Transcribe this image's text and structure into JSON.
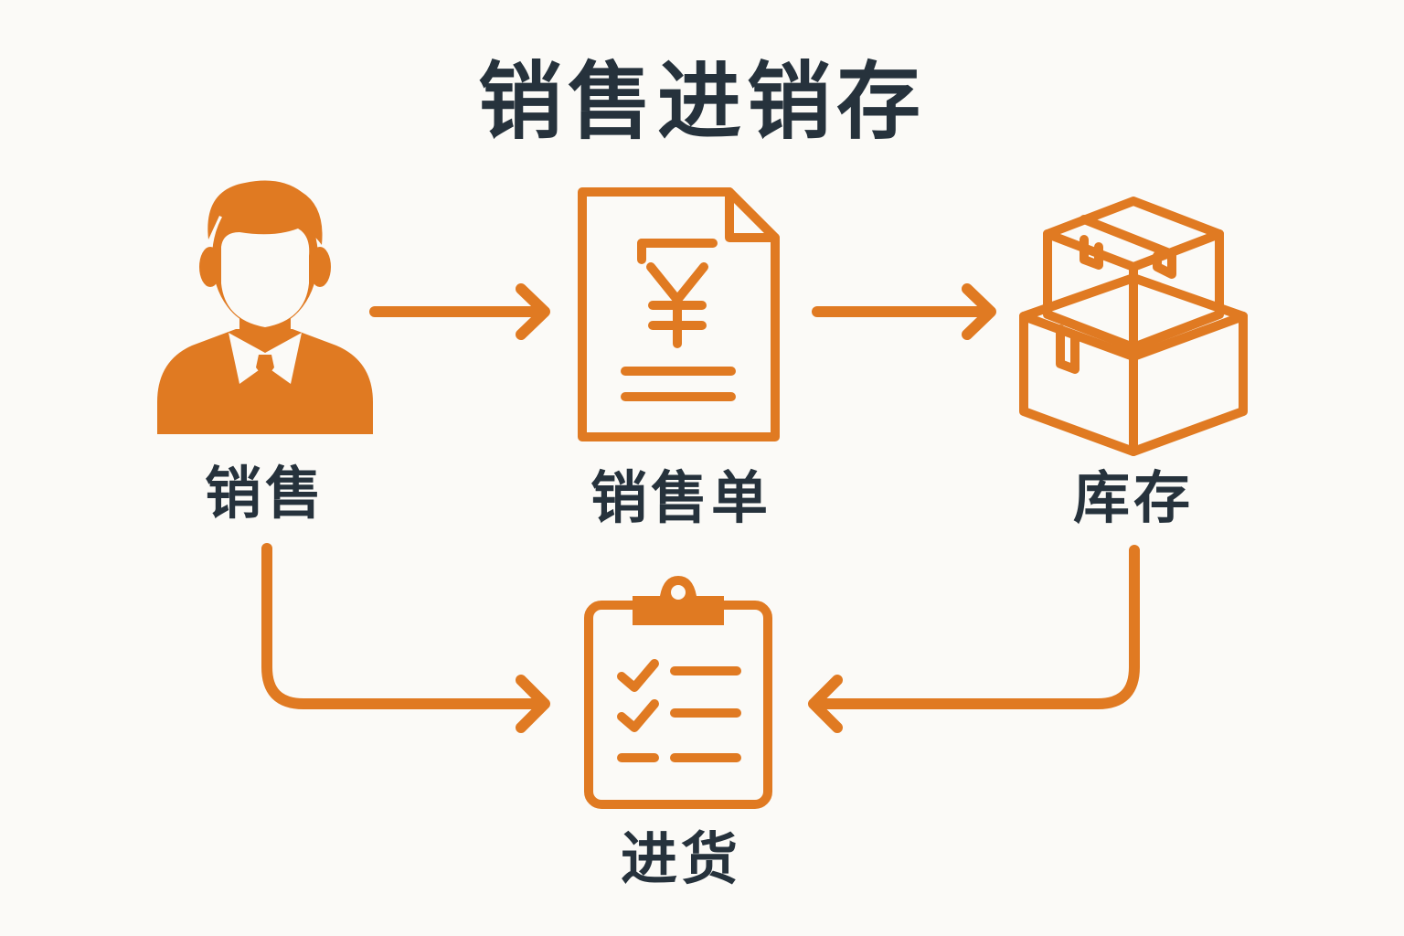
{
  "title": "销售进销存",
  "accent_color": "#e07a22",
  "text_color": "#26323c",
  "background_color": "#fbfaf7",
  "nodes": [
    {
      "id": "sales",
      "label": "销售",
      "icon": "salesperson-icon"
    },
    {
      "id": "order",
      "label": "销售单",
      "icon": "yuan-invoice-icon"
    },
    {
      "id": "stock",
      "label": "库存",
      "icon": "stacked-boxes-icon"
    },
    {
      "id": "purchase",
      "label": "进货",
      "icon": "checklist-clipboard-icon"
    }
  ],
  "edges": [
    {
      "from": "销售",
      "to": "销售单"
    },
    {
      "from": "销售单",
      "to": "库存"
    },
    {
      "from": "销售",
      "to": "进货"
    },
    {
      "from": "库存",
      "to": "进货"
    }
  ]
}
